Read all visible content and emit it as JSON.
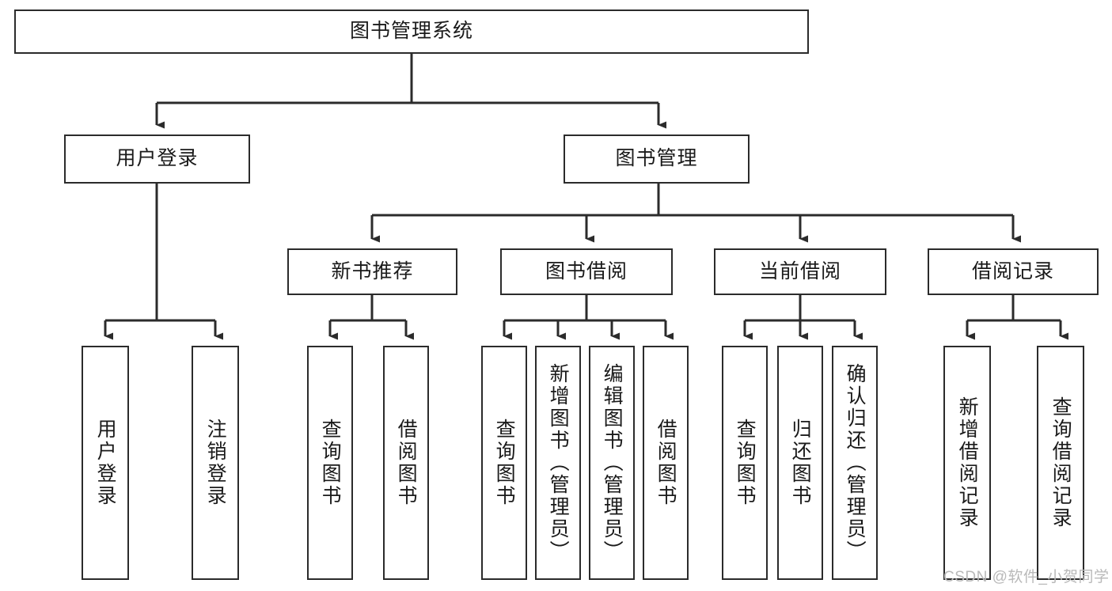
{
  "diagram": {
    "type": "tree",
    "title": "图书管理系统",
    "root": {
      "label": "图书管理系统"
    },
    "level2": [
      {
        "label": "用户登录"
      },
      {
        "label": "图书管理"
      }
    ],
    "level3": [
      {
        "label": "新书推荐"
      },
      {
        "label": "图书借阅"
      },
      {
        "label": "当前借阅"
      },
      {
        "label": "借阅记录"
      }
    ],
    "leaves": {
      "user_login": [
        {
          "label": "用户登录"
        },
        {
          "label": "注销登录"
        }
      ],
      "new_book_recommend": [
        {
          "label": "查询图书"
        },
        {
          "label": "借阅图书"
        }
      ],
      "book_borrow": [
        {
          "label": "查询图书"
        },
        {
          "label": "新增图书（管理员）"
        },
        {
          "label": "编辑图书（管理员）"
        },
        {
          "label": "借阅图书"
        }
      ],
      "current_borrow": [
        {
          "label": "查询图书"
        },
        {
          "label": "归还图书"
        },
        {
          "label": "确认归还（管理员）"
        }
      ],
      "borrow_records": [
        {
          "label": "新增借阅记录"
        },
        {
          "label": "查询借阅记录"
        }
      ]
    }
  },
  "watermark": {
    "text": "CSDN @软件_小贺同学"
  },
  "colors": {
    "border": "#2b2b2b",
    "text": "#1a1a1a",
    "background": "#ffffff",
    "watermark": "#b9b9b9"
  }
}
